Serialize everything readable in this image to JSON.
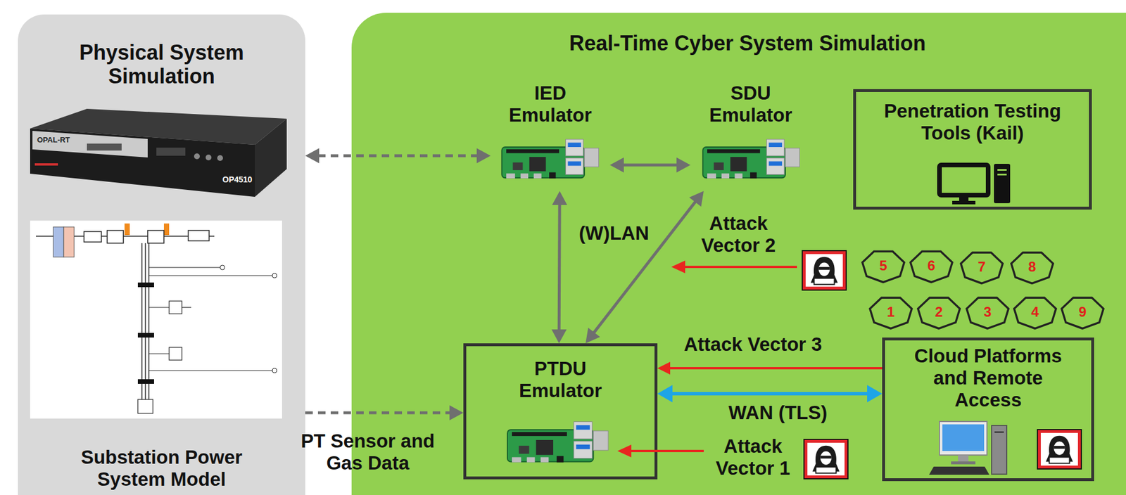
{
  "diagram": {
    "nodes": [
      {
        "text": [
          "Physical System Simulation",
          "Substation Power System Model"
        ]
      },
      {
        "text": [
          "Real-Time Cyber System Simulation"
        ]
      },
      {
        "text": [
          "IED Emulator"
        ],
        "in": 1
      },
      {
        "text": [
          "SDU Emulator"
        ],
        "in": 1
      },
      {
        "text": [
          "Penetration Testing Tools (Kail)"
        ],
        "in": 1
      },
      {
        "text": [
          "5"
        ],
        "in": 1
      },
      {
        "text": [
          "6"
        ],
        "in": 1
      },
      {
        "text": [
          "7"
        ],
        "in": 1
      },
      {
        "text": [
          "8"
        ],
        "in": 1
      },
      {
        "text": [
          "1"
        ],
        "in": 1
      },
      {
        "text": [
          "2"
        ],
        "in": 1
      },
      {
        "text": [
          "3"
        ],
        "in": 1
      },
      {
        "text": [
          "4"
        ],
        "in": 1
      },
      {
        "text": [
          "9"
        ],
        "in": 1
      },
      {
        "text": [
          "PTDU Emulator"
        ],
        "in": 1
      },
      {
        "text": [
          "Cloud Platforms and Remote Access"
        ],
        "in": 1
      }
    ],
    "edges": [
      {
        "from": 0,
        "to": 2,
        "arrow": "both"
      },
      {
        "from": 2,
        "to": 3,
        "arrow": "both"
      },
      {
        "from": 2,
        "to": 14,
        "label": "(W)LAN",
        "arrow": "both"
      },
      {
        "from": 3,
        "to": 14,
        "arrow": "both"
      },
      {
        "from": 15,
        "to": 14,
        "label": "Attack Vector 3",
        "arrow": "to"
      },
      {
        "from": 14,
        "to": 15,
        "label": "WAN (TLS)",
        "arrow": "both"
      },
      {
        "from": 0,
        "to": 14,
        "label": "PT Sensor and Gas Data",
        "arrow": "to"
      }
    ],
    "labels": [
      "Attack Vector 2",
      "Attack Vector 1",
      "OPAL-RT",
      "OP4510"
    ]
  }
}
